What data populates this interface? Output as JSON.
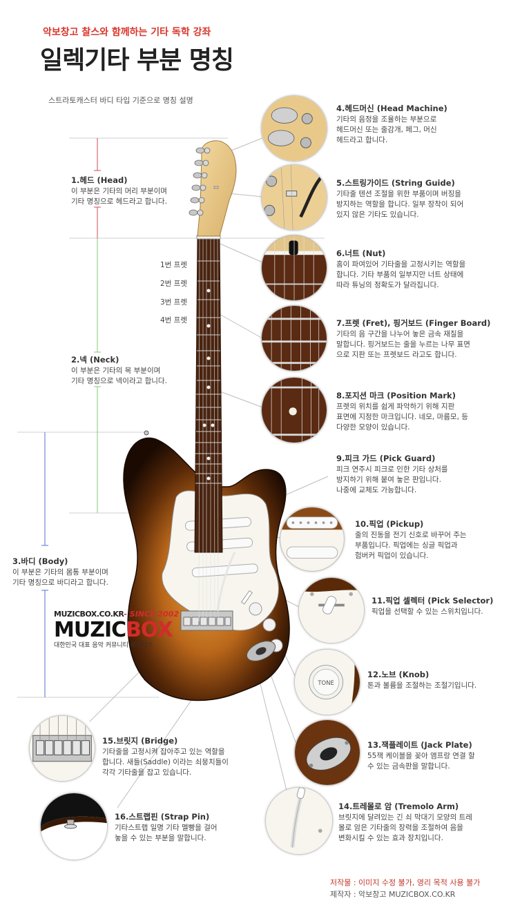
{
  "header": {
    "subtitle": "악보창고 찰스와 함께하는 기타 독학 강좌",
    "title": "일렉기타 부분 명칭",
    "intro": "스트라토캐스터 바디 타입 기준으로 명칭 설명"
  },
  "left_parts": [
    {
      "title": "1.헤드 (Head)",
      "text": "이 부분은 기타의 머리 부분이며\n기타 명칭으로 헤드라고 합니다."
    },
    {
      "title": "2.넥 (Neck)",
      "text": "이 부분은 기타의 목 부분이며\n기타 명칭으로 넥이라고 합니다."
    },
    {
      "title": "3.바디 (Body)",
      "text": "이 부분은 기타의 몸통 부분이며\n기타 명칭으로 바디라고 합니다."
    }
  ],
  "fret_labels": [
    "1번 프렛",
    "2번 프렛",
    "3번 프렛",
    "4번 프렛"
  ],
  "parts": [
    {
      "title": "4.헤드머신 (Head Machine)",
      "text": "기타의 음정을 조율하는 부분으로\n헤드머신 또는 줄감개, 페그, 머신\n헤드라고 합니다."
    },
    {
      "title": "5.스트링가이드 (String Guide)",
      "text": "기타줄 텐션 조절을 위한 부품이며 버징을\n방지하는 역할을 합니다. 일부 장착이 되어\n있지 않은 기타도 있습니다."
    },
    {
      "title": "6.너트 (Nut)",
      "text": "홈이 파여있어 기타줄을 고정시키는 역할을\n합니다. 기타 부품의 일부지만 너트 상태에\n따라 튜닝의 정확도가 달라집니다."
    },
    {
      "title": "7.프렛 (Fret), 핑거보드 (Finger Board)",
      "text": "기타의 음 구간을 나누어 놓은 금속 재질을\n말합니다. 핑거보드는 줄을 누르는 나무 표면\n으로 지판 또는 프렛보드 라고도 합니다."
    },
    {
      "title": "8.포지션 마크 (Position Mark)",
      "text": "프렛의 위치를 쉽게 파악하기 위해 지판\n표면에 지정한 마크입니다. 네모, 마름모, 등\n다양한 모양이 있습니다."
    },
    {
      "title": "9.피크 가드 (Pick Guard)",
      "text": "피크 연주시 피크로 인한 기타 상처를\n방지하기 위해 붙여 놓은 판입니다.\n나중에 교체도 가능합니다."
    },
    {
      "title": "10.픽업 (Pickup)",
      "text": "줄의 진동을 전기 신호로 바꾸어 주는\n부품입니다. 픽업에는 싱글 픽업과\n험버커 픽업이 있습니다."
    },
    {
      "title": "11.픽업 셀렉터 (Pick Selector)",
      "text": "픽업을 선택할 수 있는 스위치입니다."
    },
    {
      "title": "12.노브 (Knob)",
      "text": "톤과 볼륨을 조절하는 조절기입니다."
    },
    {
      "title": "13.잭플레이트 (Jack Plate)",
      "text": "55잭 케이블을 꽂아 앰프랑 연결 할\n수 있는 금속판을 말합니다."
    },
    {
      "title": "14.트레몰로 암 (Tremolo Arm)",
      "text": "브릿지에 달려있는 긴 쇠 막대기 모양의 트레\n몰로 암은 기타줄의 장력을 조절하여 음을\n변화시킬 수 있는 효과 장치입니다."
    },
    {
      "title": "15.브릿지 (Bridge)",
      "text": "기타줄을 고정시켜 잡아주고 있는 역할을\n합니다. 새들(Saddle) 이라는 쇠뭉치들이\n각각 기타줄을 잡고 있습니다."
    },
    {
      "title": "16.스트랩핀 (Strap Pin)",
      "text": "기타스트랩 일명 기타 멜빵을 걸어\n놓을 수 있는 부분을 말합니다."
    }
  ],
  "watermark": {
    "url": "MUZICBOX.CO.KR",
    "since": "- SINCE 2002",
    "logo_a": "MUZIC",
    "logo_b": "BOX",
    "tagline": "대한민국 대표 음악 커뮤니티 뮤직박스"
  },
  "footer": {
    "copyright": "저작물 : 이미지 수정 불가, 영리 목적 사용 불가",
    "maker": "제작자 : 악보창고 MUZICBOX.CO.KR"
  },
  "colors": {
    "accent_red": "#d9362b",
    "head_line": "#d04a5a",
    "neck_line": "#7ccf6e",
    "body_line": "#5a6fd0",
    "sunburst_dark": "#2a1406",
    "sunburst_mid": "#7a4310"
  }
}
